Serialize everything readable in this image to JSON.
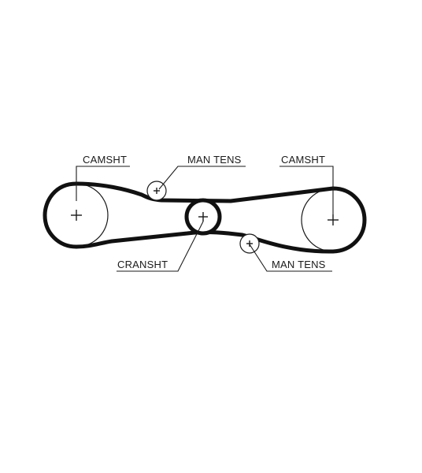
{
  "labels": {
    "camshaft_left": "CAMSHT",
    "camshaft_right": "CAMSHT",
    "tensioner_top": "MAN TENS",
    "tensioner_bottom": "MAN TENS",
    "crankshaft": "CRANSHT"
  },
  "colors": {
    "belt": "#111111",
    "line": "#1a1a1a",
    "background": "#ffffff"
  }
}
